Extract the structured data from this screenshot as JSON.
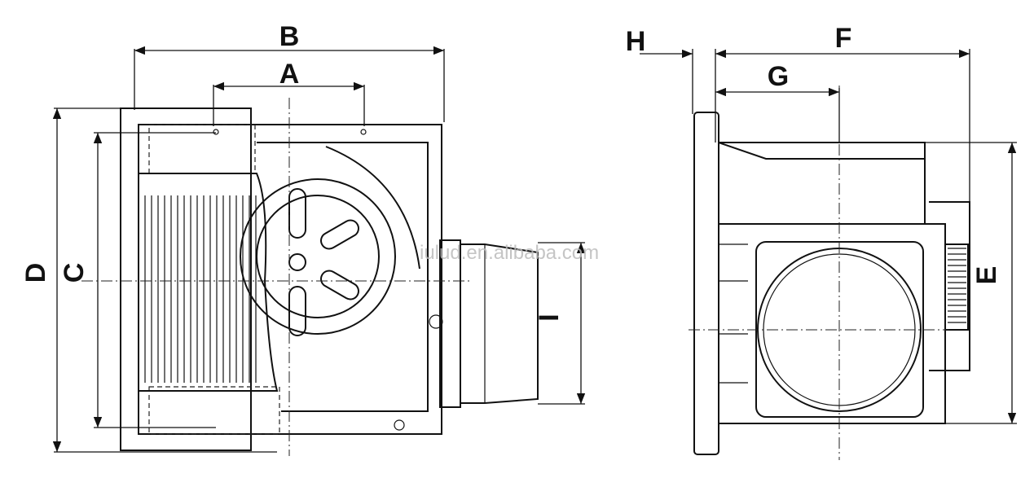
{
  "front_view": {
    "dims": {
      "A": "A",
      "B": "B",
      "C": "C",
      "D": "D",
      "I": "I"
    }
  },
  "side_view": {
    "dims": {
      "E": "E",
      "F": "F",
      "G": "G",
      "H": "H"
    }
  },
  "watermark": "iulud.en.alibaba.com"
}
